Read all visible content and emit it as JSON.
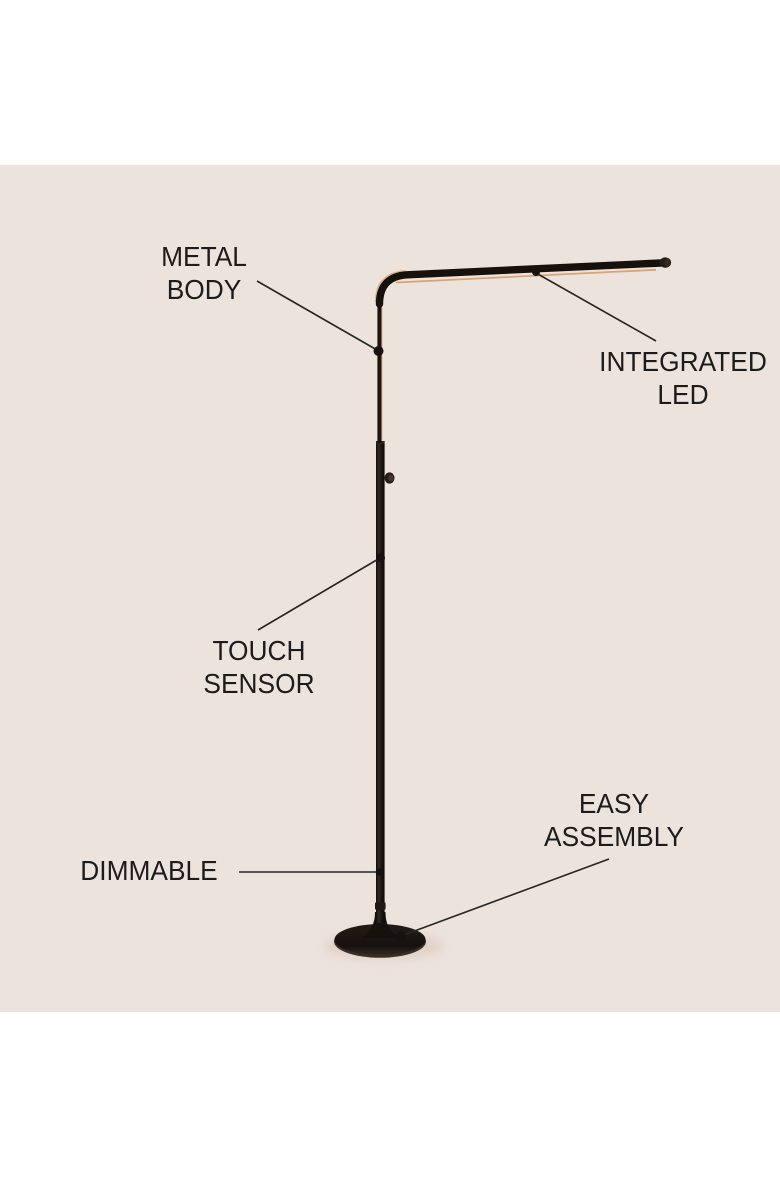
{
  "image": {
    "type": "product-feature-infographic",
    "subject": "black LED floor lamp with annotated features"
  },
  "callouts": {
    "metal_body": {
      "label": "METAL\nBODY"
    },
    "integrated_led": {
      "label": "INTEGRATED\nLED"
    },
    "touch_sensor": {
      "label": "TOUCH\nSENSOR"
    },
    "dimmable": {
      "label": "DIMMABLE"
    },
    "easy_assembly": {
      "label": "EASY\nASSEMBLY"
    }
  },
  "colors": {
    "page_background": "#ffffff",
    "photo_background": "#ede3dd",
    "label_text": "#1c1c1c",
    "callout_line": "#262626",
    "lamp_black": "#17110e",
    "led_glow": "#d9a06c"
  }
}
